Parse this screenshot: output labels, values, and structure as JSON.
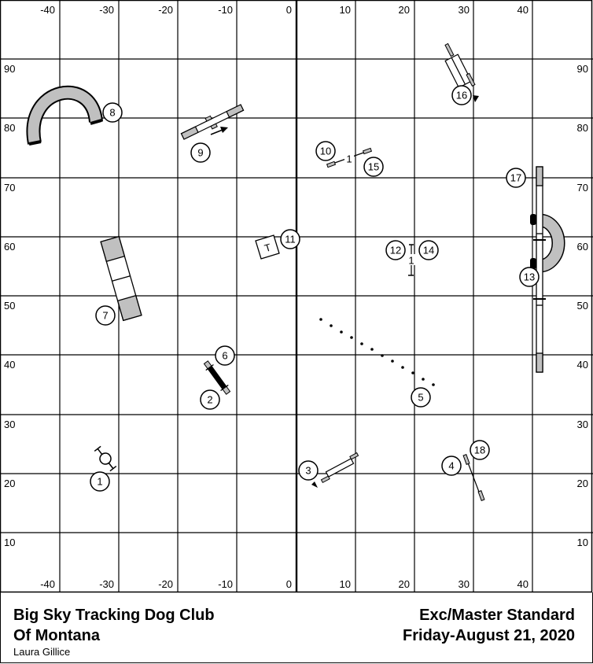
{
  "course_map": {
    "grid": {
      "x_ticks_top": [
        "-40",
        "-30",
        "-20",
        "-10",
        "0",
        "10",
        "20",
        "30",
        "40"
      ],
      "x_ticks_bottom": [
        "-40",
        "-30",
        "-20",
        "-10",
        "0",
        "10",
        "20",
        "30",
        "40"
      ],
      "y_ticks_left": [
        "90",
        "80",
        "70",
        "60",
        "50",
        "40",
        "30",
        "20",
        "10"
      ],
      "y_ticks_right": [
        "90",
        "80",
        "70",
        "60",
        "50",
        "40",
        "30",
        "20",
        "10"
      ],
      "cell_size_ft": 10,
      "line_color": "#000000",
      "obstacle_fill": "#c0c0c0"
    },
    "obstacles": [
      {
        "number": "1",
        "type": "tire-jump"
      },
      {
        "number": "2",
        "type": "winged-jump"
      },
      {
        "number": "3",
        "type": "broad-jump"
      },
      {
        "number": "4",
        "type": "single-bar-jump"
      },
      {
        "number": "5",
        "type": "weave-poles"
      },
      {
        "number": "6",
        "type": "winged-jump"
      },
      {
        "number": "7",
        "type": "a-frame"
      },
      {
        "number": "8",
        "type": "tunnel"
      },
      {
        "number": "9",
        "type": "teeter"
      },
      {
        "number": "10",
        "type": "single-bar-jump"
      },
      {
        "number": "11",
        "type": "table",
        "label": "T"
      },
      {
        "number": "12",
        "type": "single-bar-jump"
      },
      {
        "number": "13",
        "type": "tunnel"
      },
      {
        "number": "14",
        "type": "single-bar-jump"
      },
      {
        "number": "15",
        "type": "single-bar-jump"
      },
      {
        "number": "16",
        "type": "double-jump"
      },
      {
        "number": "17",
        "type": "dog-walk"
      },
      {
        "number": "18",
        "type": "single-bar-jump"
      }
    ],
    "jump_labels": {
      "j10_15": "1",
      "j12_14": "1"
    },
    "table_label": "T"
  },
  "footer": {
    "club_line1": "Big Sky Tracking Dog Club",
    "club_line2": "Of Montana",
    "judge": "Laura Gillice",
    "class_name": "Exc/Master Standard",
    "date": "Friday-August 21, 2020"
  }
}
